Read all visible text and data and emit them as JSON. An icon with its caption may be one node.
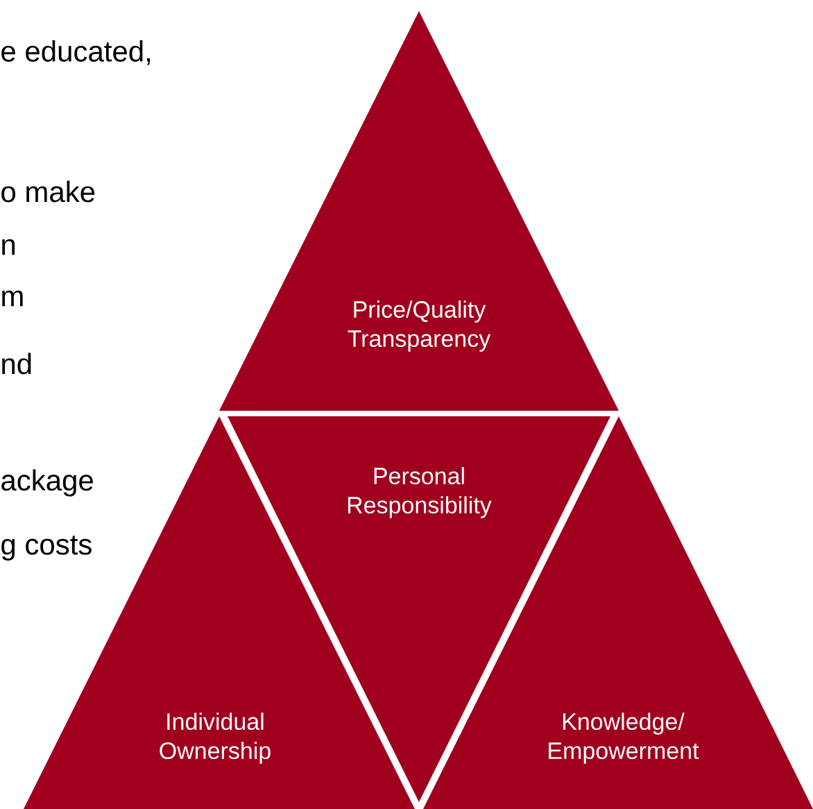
{
  "diagram": {
    "nodes": [
      {
        "text": [
          "Price/Quality Transparency"
        ]
      },
      {
        "text": [
          "Personal Responsibility"
        ]
      },
      {
        "text": [
          "Individual Ownership"
        ]
      },
      {
        "text": [
          "Knowledge/ Empowerment"
        ]
      }
    ],
    "labels": [
      "e educated,",
      "o make",
      "n",
      "m",
      "nd",
      "ackage",
      "g costs"
    ]
  }
}
